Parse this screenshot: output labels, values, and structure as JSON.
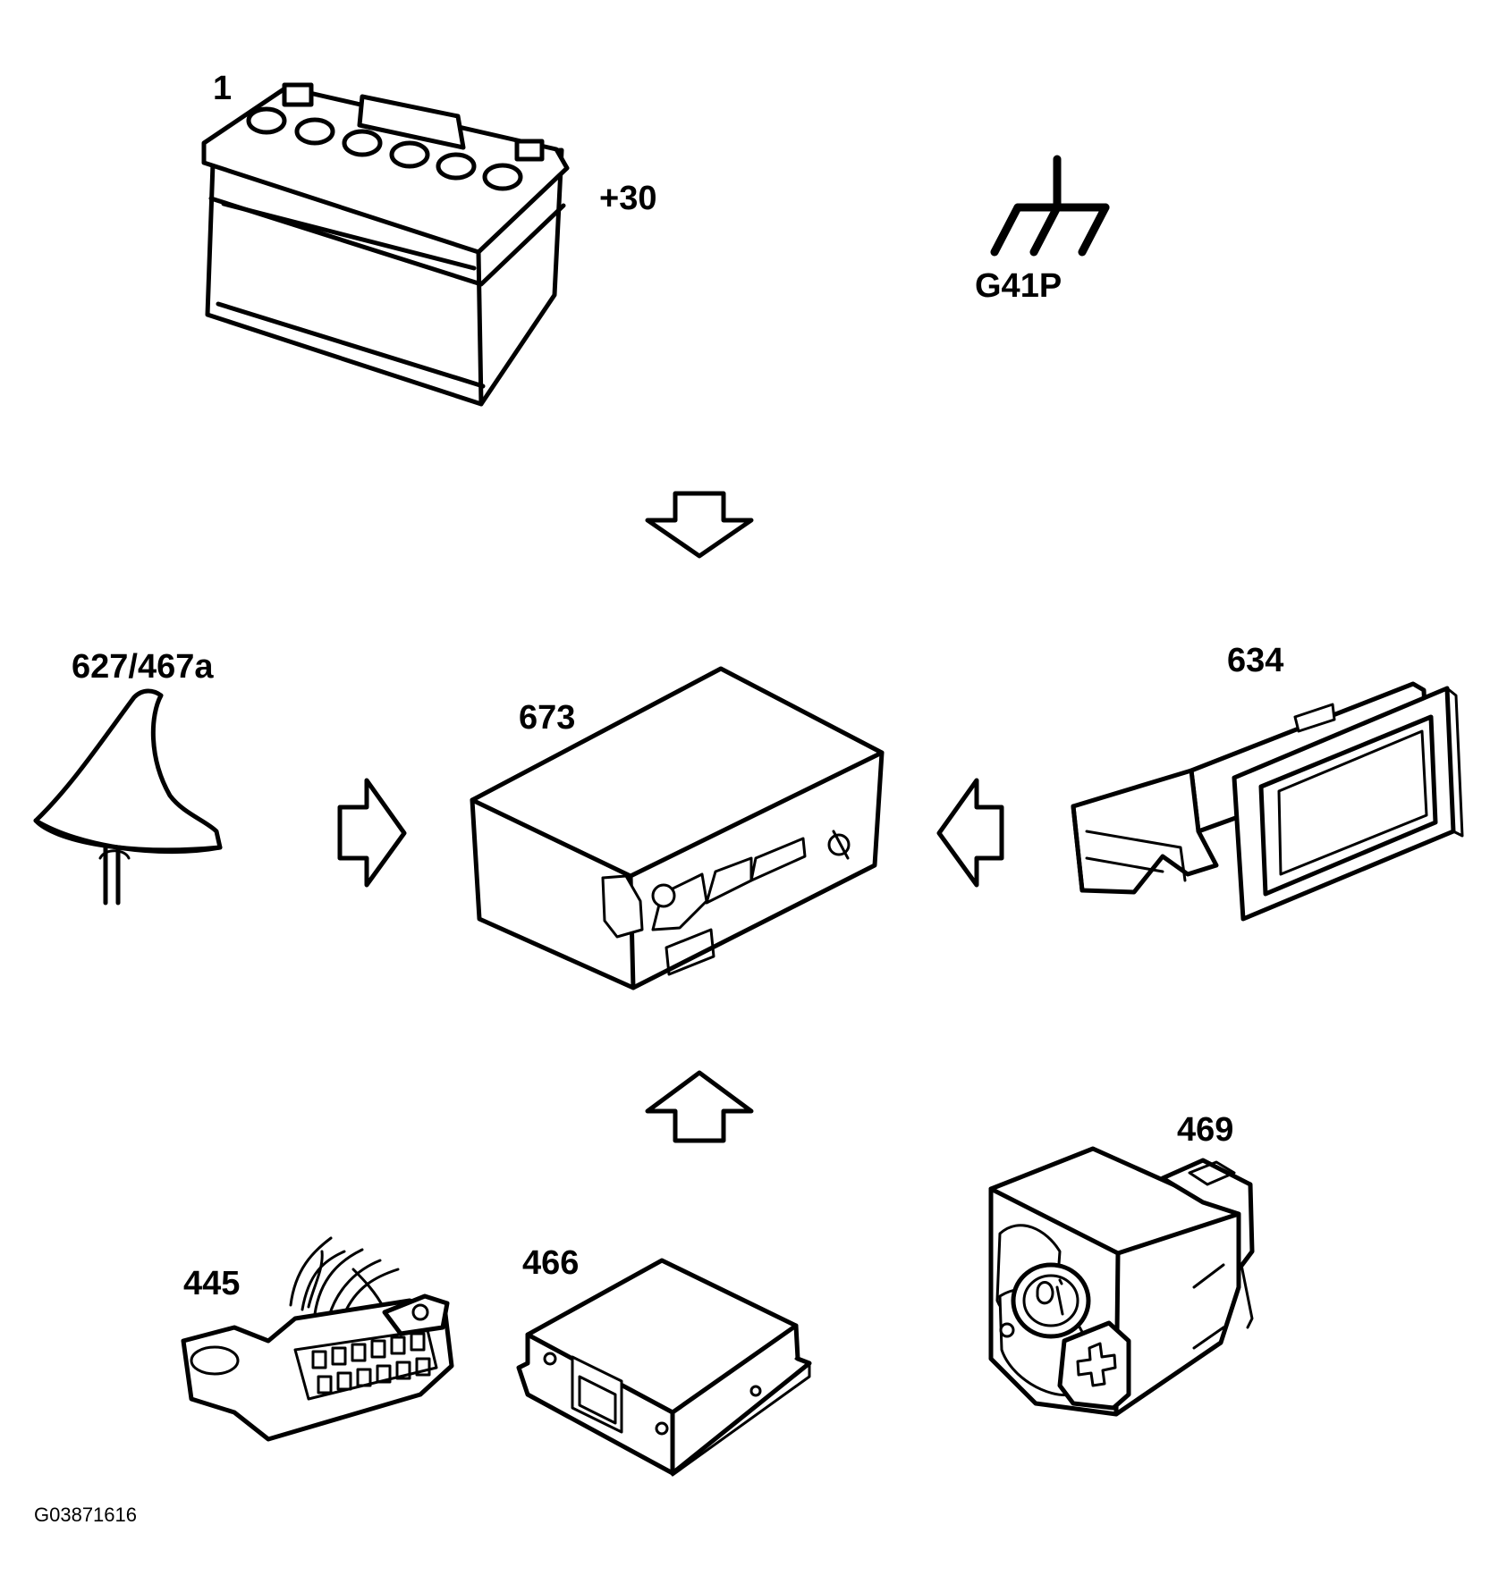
{
  "labels": {
    "battery": "1",
    "battery_terminal": "+30",
    "ground": "G41P",
    "antenna": "627/467a",
    "module": "673",
    "switch_634": "634",
    "switch_469": "469",
    "connector_445": "445",
    "module_466": "466"
  },
  "figure_ref": "G03871616",
  "colors": {
    "stroke": "#000000",
    "background": "#ffffff"
  },
  "icons": [
    "battery-icon",
    "ground-symbol-icon",
    "shark-fin-antenna-icon",
    "control-module-icon",
    "switch-panel-icon",
    "obd-connector-icon",
    "module-box-icon",
    "sos-button-icon",
    "arrow-down-icon",
    "arrow-right-icon",
    "arrow-left-icon",
    "arrow-up-icon"
  ]
}
